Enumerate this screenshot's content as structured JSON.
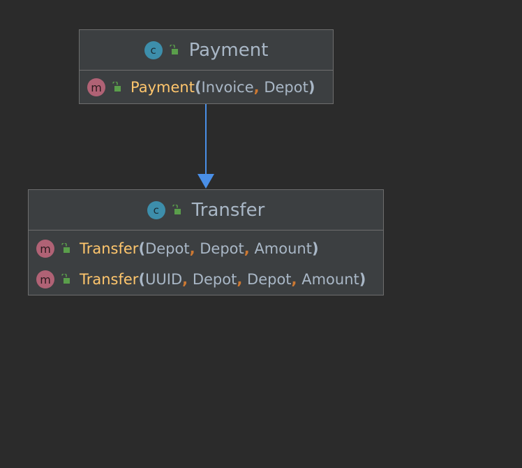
{
  "diagram": {
    "type": "uml-class-dependency",
    "classes": [
      {
        "id": "payment",
        "name": "Payment",
        "stereotype_icon": "class-icon",
        "icon_letter": "c",
        "methods": [
          {
            "name": "Payment",
            "params": [
              "Invoice",
              "Depot"
            ],
            "icon_letter": "m"
          }
        ]
      },
      {
        "id": "transfer",
        "name": "Transfer",
        "stereotype_icon": "class-icon",
        "icon_letter": "c",
        "methods": [
          {
            "name": "Transfer",
            "params": [
              "Depot",
              "Depot",
              "Amount"
            ],
            "icon_letter": "m"
          },
          {
            "name": "Transfer",
            "params": [
              "UUID",
              "Depot",
              "Depot",
              "Amount"
            ],
            "icon_letter": "m"
          }
        ]
      }
    ],
    "edges": [
      {
        "from": "payment",
        "to": "transfer",
        "kind": "dependency",
        "color": "#4a8fe7"
      }
    ]
  },
  "colors": {
    "background": "#2b2b2b",
    "box_fill": "#3c3f41",
    "box_border": "#6e6e6e",
    "class_name": "#a9b7c6",
    "method_name": "#ffc66d",
    "param_type": "#a9b7c6",
    "comma": "#cc7832",
    "class_icon": "#3d8eab",
    "method_icon": "#b06275",
    "lock_icon": "#5a9e4b",
    "edge": "#4a8fe7"
  }
}
